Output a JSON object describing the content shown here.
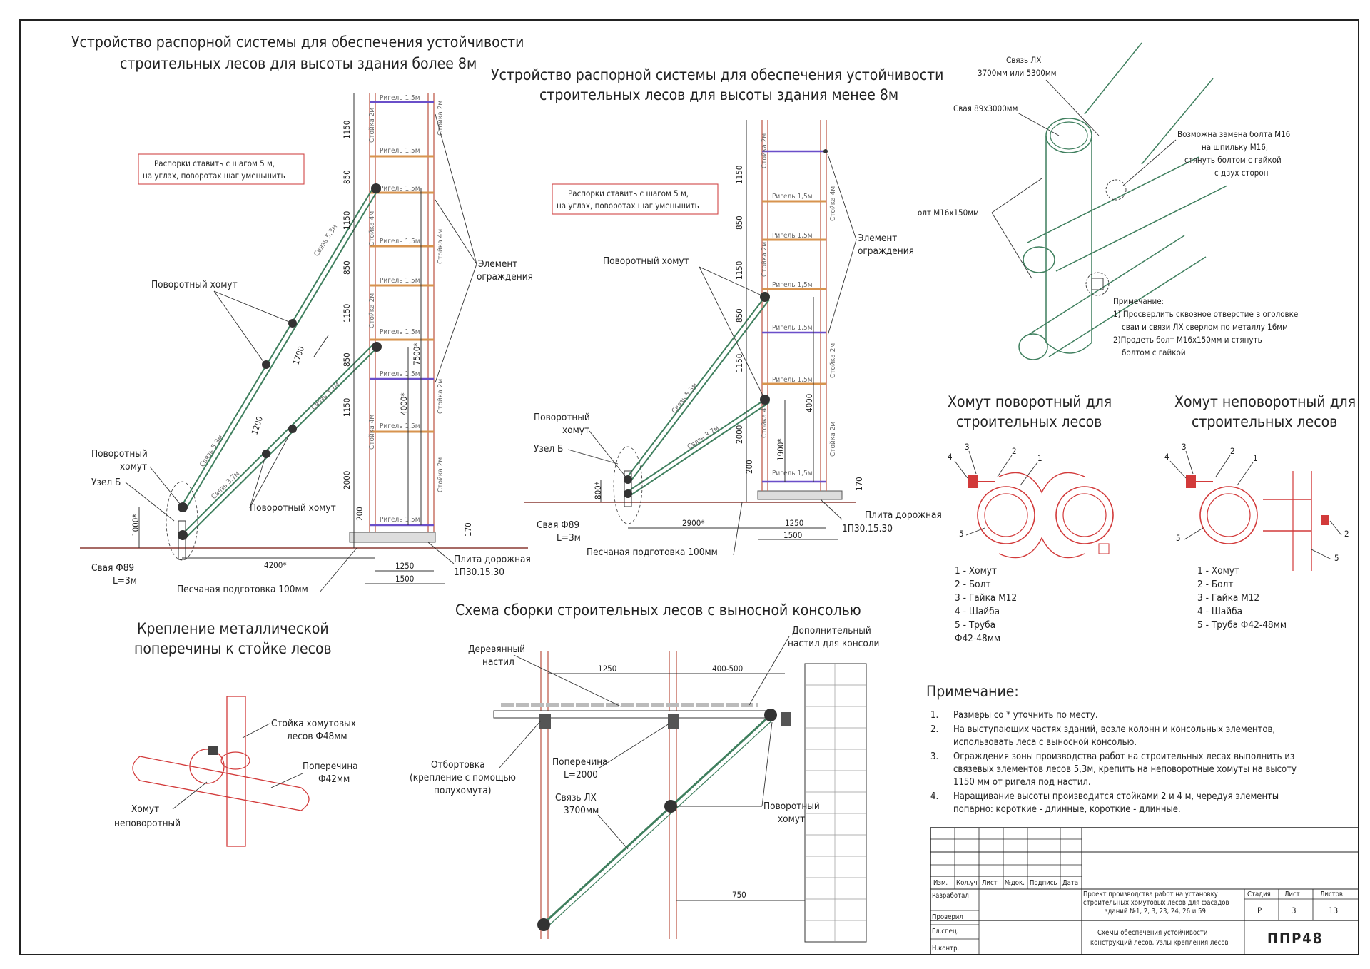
{
  "colors": {
    "post": "#c56a5a",
    "rung": "#d7934e",
    "brace": "#3f7f5e",
    "clamp": "#d23a3a",
    "brand": "#1aa23c"
  },
  "left": {
    "title1": "Устройство распорной системы для обеспечения устойчивости",
    "title2": "строительных лесов для высоты здания более 8м",
    "note1": "Распорки ставить с шагом 5 м,",
    "note2": "на углах, поворотах шаг уменьшить",
    "lbl_hinge_top": "Поворотный хомут",
    "lbl_hinge_left": "Поворотный",
    "lbl_hinge_left2": "хомут",
    "lbl_node": "Узел Б",
    "lbl_hinge_bot": "Поворотный хомут",
    "lbl_pile": "Свая Ф89",
    "lbl_pile_l": "L=3м",
    "lbl_sand": "Песчаная подготовка 100мм",
    "lbl_plate": "Плита дорожная",
    "lbl_plate_code": "1П30.15.30",
    "lbl_element": "Элемент",
    "lbl_element2": "ограждения",
    "d_1150a": "1150",
    "d_850a": "850",
    "d_1150b": "1150",
    "d_850b": "850",
    "d_1150c": "1150",
    "d_850c": "850",
    "d_1150d": "1150",
    "d_2000": "2000",
    "d_200": "200",
    "d_1000": "1000*",
    "d_4200": "4200*",
    "d_1250": "1250",
    "d_1500": "1500",
    "d_170": "170",
    "d_1700": "1700",
    "d_1200": "1200",
    "d_7500": "7500*",
    "d_4000": "4000*",
    "lad_rigel": "Ригель 1,5м",
    "lad_st2": "Стойка 2м",
    "lad_st4": "Стойка 4м",
    "lad_sv53": "Связь 5,3м",
    "lad_sv37": "Связь 3,7м"
  },
  "mid": {
    "title1": "Устройство распорной системы для обеспечения устойчивости",
    "title2": "строительных лесов для высоты здания менее 8м",
    "note1": "Распорки ставить с шагом 5 м,",
    "note2": "на углах, поворотах шаг уменьшить",
    "lbl_hinge_top": "Поворотный хомут",
    "lbl_hinge_left": "Поворотный",
    "lbl_hinge_left2": "хомут",
    "lbl_node": "Узел Б",
    "lbl_pile": "Свая Ф89",
    "lbl_pile_l": "L=3м",
    "lbl_sand": "Песчаная подготовка 100мм",
    "lbl_plate": "Плита дорожная",
    "lbl_plate_code": "1П30.15.30",
    "lbl_element": "Элемент",
    "lbl_element2": "ограждения",
    "d_1150a": "1150",
    "d_850a": "850",
    "d_1150b": "1150",
    "d_850b": "850",
    "d_1150c": "1150",
    "d_2000": "2000",
    "d_200": "200",
    "d_800": "800*",
    "d_2900": "2900*",
    "d_1250": "1250",
    "d_1500": "1500",
    "d_170": "170",
    "d_4000": "4000",
    "d_1900": "1900*"
  },
  "topright": {
    "lbl_tie": "Связь ЛХ",
    "lbl_tie2": "3700мм или 5300мм",
    "lbl_pile": "Свая 89х3000мм",
    "lbl_bolt_note1": "Возможна замена болта М16",
    "lbl_bolt_note2": "на шпильку М16,",
    "lbl_bolt_note3": "стянуть болтом с гайкой",
    "lbl_bolt_note4": "с двух сторон",
    "lbl_bolt": "олт М16х150мм",
    "note_title": "Примечание:",
    "note1": "1) Просверлить сквозное отверстие в оголовке",
    "note1b": "сваи и связи ЛХ сверлом по металлу 16мм",
    "note2": "2)Продеть болт М16х150мм и стянуть",
    "note2b": "болтом с гайкой"
  },
  "clamp_swivel": {
    "title1": "Хомут поворотный для",
    "title2": "строительных лесов",
    "items": [
      "1 - Хомут",
      "2 - Болт",
      "3 - Гайка М12",
      "4 - Шайба",
      "5 - Труба",
      "Ф42-48мм"
    ],
    "n1": "1",
    "n2": "2",
    "n3": "3",
    "n4": "4",
    "n5": "5"
  },
  "clamp_fixed": {
    "title1": "Хомут неповоротный для",
    "title2": "строительных лесов",
    "items": [
      "1 - Хомут",
      "2 - Болт",
      "3 - Гайка М12",
      "4 - Шайба",
      "5 - Труба Ф42-48мм"
    ],
    "n1": "1",
    "n2": "2",
    "n3": "3",
    "n4": "4",
    "n5": "5",
    "n2b": "2",
    "n5b": "5"
  },
  "crossbar": {
    "title1": "Крепление металлической",
    "title2": "поперечины к стойке лесов",
    "lbl_post1": "Стойка хомутовых",
    "lbl_post2": "лесов Ф48мм",
    "lbl_bar1": "Поперечина",
    "lbl_bar2": "Ф42мм",
    "lbl_clamp1": "Хомут",
    "lbl_clamp2": "неповоротный"
  },
  "console": {
    "title": "Схема сборки строительных лесов с выносной консолью",
    "lbl_deck1": "Деревянный",
    "lbl_deck2": "настил",
    "lbl_extra1": "Дополнительный",
    "lbl_extra2": "настил для консоли",
    "lbl_board1": "Отбортовка",
    "lbl_board2": "(крепление с помощью",
    "lbl_board3": "полухомута)",
    "lbl_cross1": "Поперечина",
    "lbl_cross2": "L=2000",
    "lbl_tie1": "Связь ЛХ",
    "lbl_tie2": "3700мм",
    "lbl_hinge1": "Поворотный",
    "lbl_hinge2": "хомут",
    "d_1250": "1250",
    "d_400": "400-500",
    "d_750": "750"
  },
  "notes": {
    "title": "Примечание:",
    "n1": "Размеры со * уточнить по месту.",
    "n2a": "На выступающих частях зданий, возле колонн и консольных элементов,",
    "n2b": "использовать леса с выносной консолью.",
    "n3a": "Ограждения зоны производства работ на строительных лесах выполнить из",
    "n3b": "связевых элементов лесов 5,3м, крепить на неповоротные хомуты на высоту",
    "n3c": "1150 мм от ригеля под настил.",
    "n4a": "Наращивание высоты производится стойками 2 и 4 м, чередуя элементы",
    "n4b": "попарно: короткие - длинные, короткие - длинные.",
    "i1": "1.",
    "i2": "2.",
    "i3": "3.",
    "i4": "4."
  },
  "titleblock": {
    "cols": [
      "Изм.",
      "Кол.уч",
      "Лист",
      "№док.",
      "Подпись",
      "Дата"
    ],
    "rows": [
      "Разработал",
      "Проверил",
      "Гл.спец.",
      "Н.контр."
    ],
    "project1": "Проект производства работ на установку",
    "project2": "строительных хомутовых лесов для фасадов",
    "project3": "зданий №1, 2, 3, 23, 24, 26 и 59",
    "sheet_title1": "Схемы обеспечения устойчивости",
    "sheet_title2": "конструкций лесов. Узлы крепления лесов",
    "h_stage": "Стадия",
    "h_sheet": "Лист",
    "h_sheets": "Листов",
    "stage": "Р",
    "sheet": "3",
    "sheets": "13",
    "brand": "ППР48"
  }
}
